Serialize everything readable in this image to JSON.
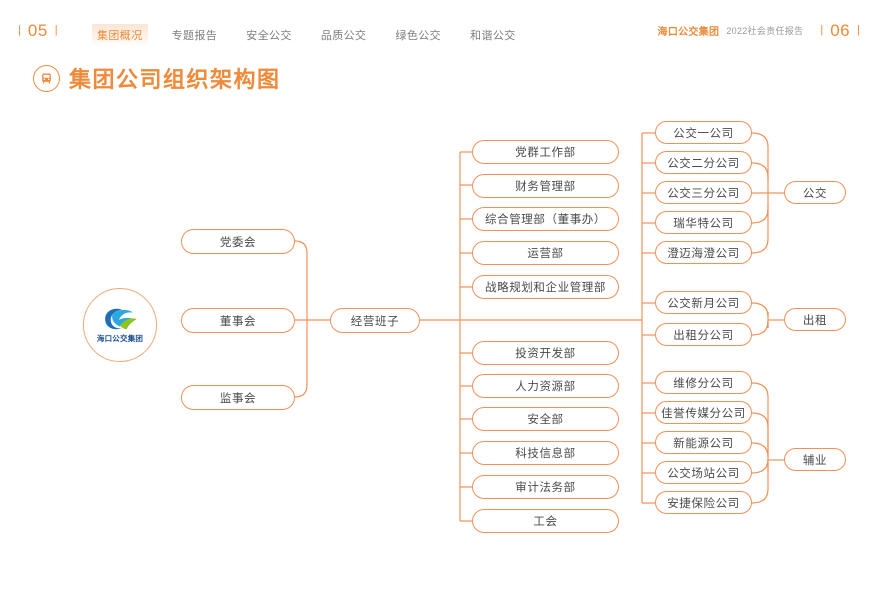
{
  "header": {
    "left_page": "05",
    "right_page": "06",
    "brand": "海口公交集团",
    "report": "2022社会责任报告",
    "nav": [
      {
        "label": "集团概况",
        "active": true
      },
      {
        "label": "专题报告",
        "active": false
      },
      {
        "label": "安全公交",
        "active": false
      },
      {
        "label": "品质公交",
        "active": false
      },
      {
        "label": "绿色公交",
        "active": false
      },
      {
        "label": "和谐公交",
        "active": false
      }
    ]
  },
  "title": {
    "text": "集团公司组织架构图",
    "icon": "bus-icon"
  },
  "logo": {
    "text": "海口公交集团"
  },
  "colors": {
    "accent": "#ef8a3a",
    "line": "#f29157",
    "node_text": "#4a4a4a",
    "nav_inactive": "#7d7d7d"
  },
  "chart_data": {
    "type": "diagram",
    "title": "集团公司组织架构图",
    "governance": [
      {
        "label": "党委会"
      },
      {
        "label": "董事会"
      },
      {
        "label": "监事会"
      }
    ],
    "management": {
      "label": "经营班子"
    },
    "departments_upper": [
      {
        "label": "党群工作部"
      },
      {
        "label": "财务管理部"
      },
      {
        "label": "综合管理部（董事办）"
      },
      {
        "label": "运营部"
      },
      {
        "label": "战略规划和企业管理部"
      }
    ],
    "departments_lower": [
      {
        "label": "投资开发部"
      },
      {
        "label": "人力资源部"
      },
      {
        "label": "安全部"
      },
      {
        "label": "科技信息部"
      },
      {
        "label": "审计法务部"
      },
      {
        "label": "工会"
      }
    ],
    "business_groups": [
      {
        "label": "公交",
        "units": [
          {
            "label": "公交一公司"
          },
          {
            "label": "公交二分公司"
          },
          {
            "label": "公交三分公司"
          },
          {
            "label": "瑞华特公司"
          },
          {
            "label": "澄迈海澄公司"
          }
        ]
      },
      {
        "label": "出租",
        "units": [
          {
            "label": "公交新月公司"
          },
          {
            "label": "出租分公司"
          }
        ]
      },
      {
        "label": "辅业",
        "units": [
          {
            "label": "维修分公司"
          },
          {
            "label": "佳誉传媒分公司"
          },
          {
            "label": "新能源公司"
          },
          {
            "label": "公交场站公司"
          },
          {
            "label": "安捷保险公司"
          }
        ]
      }
    ]
  }
}
